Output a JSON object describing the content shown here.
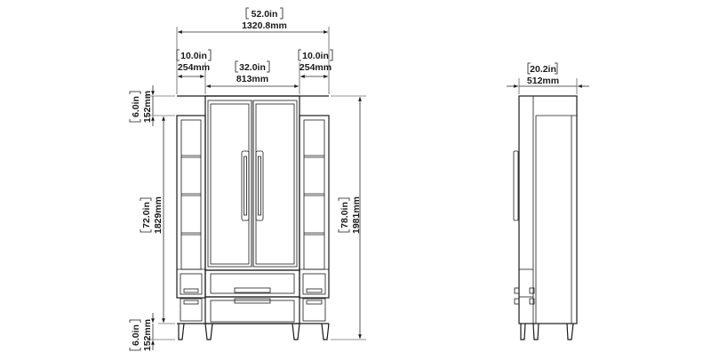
{
  "dimensions": {
    "overall_width": {
      "in": "52.0in",
      "mm": "1320.8mm"
    },
    "left_cabinet_width": {
      "in": "10.0in",
      "mm": "254mm"
    },
    "center_width": {
      "in": "32.0in",
      "mm": "813mm"
    },
    "right_cabinet_width": {
      "in": "10.0in",
      "mm": "254mm"
    },
    "depth": {
      "in": "20.2in",
      "mm": "512mm"
    },
    "top_offset": {
      "in": "6.0in",
      "mm": "152mm"
    },
    "body_height": {
      "in": "72.0in",
      "mm": "1829mm"
    },
    "base_height": {
      "in": "6.0in",
      "mm": "152mm"
    },
    "overall_height": {
      "in": "78.0in",
      "mm": "1981mm"
    }
  }
}
